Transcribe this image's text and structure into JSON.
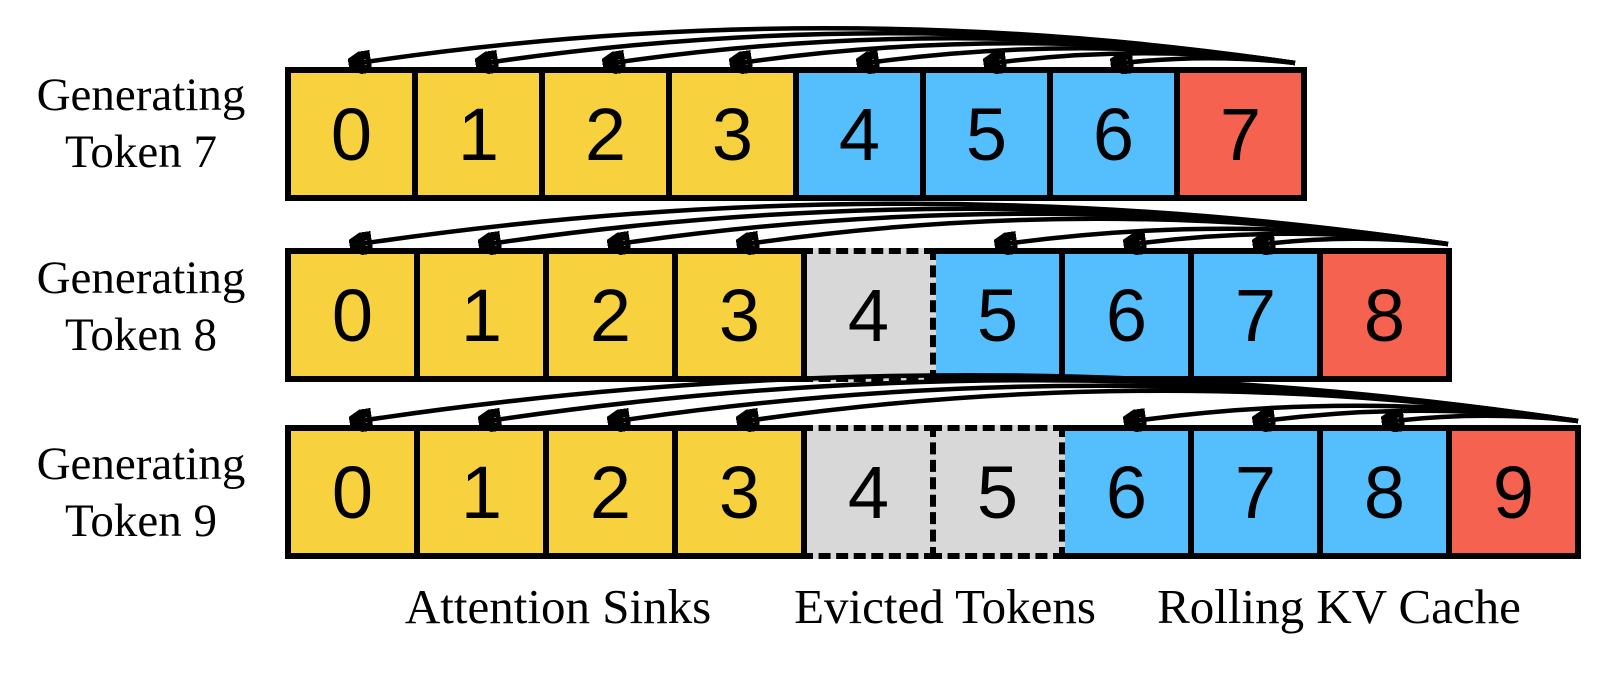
{
  "rows": [
    {
      "label": {
        "line1": "Generating",
        "line2": "Token 7"
      },
      "cells": [
        {
          "value": "0",
          "type": "attention-sink"
        },
        {
          "value": "1",
          "type": "attention-sink"
        },
        {
          "value": "2",
          "type": "attention-sink"
        },
        {
          "value": "3",
          "type": "attention-sink"
        },
        {
          "value": "4",
          "type": "rolling-kv-cache"
        },
        {
          "value": "5",
          "type": "rolling-kv-cache"
        },
        {
          "value": "6",
          "type": "rolling-kv-cache"
        },
        {
          "value": "7",
          "type": "current-token"
        }
      ]
    },
    {
      "label": {
        "line1": "Generating",
        "line2": "Token 8"
      },
      "cells": [
        {
          "value": "0",
          "type": "attention-sink"
        },
        {
          "value": "1",
          "type": "attention-sink"
        },
        {
          "value": "2",
          "type": "attention-sink"
        },
        {
          "value": "3",
          "type": "attention-sink"
        },
        {
          "value": "4",
          "type": "evicted-token"
        },
        {
          "value": "5",
          "type": "rolling-kv-cache"
        },
        {
          "value": "6",
          "type": "rolling-kv-cache"
        },
        {
          "value": "7",
          "type": "rolling-kv-cache"
        },
        {
          "value": "8",
          "type": "current-token"
        }
      ]
    },
    {
      "label": {
        "line1": "Generating",
        "line2": "Token 9"
      },
      "cells": [
        {
          "value": "0",
          "type": "attention-sink"
        },
        {
          "value": "1",
          "type": "attention-sink"
        },
        {
          "value": "2",
          "type": "attention-sink"
        },
        {
          "value": "3",
          "type": "attention-sink"
        },
        {
          "value": "4",
          "type": "evicted-token"
        },
        {
          "value": "5",
          "type": "evicted-token"
        },
        {
          "value": "6",
          "type": "rolling-kv-cache"
        },
        {
          "value": "7",
          "type": "rolling-kv-cache"
        },
        {
          "value": "8",
          "type": "rolling-kv-cache"
        },
        {
          "value": "9",
          "type": "current-token"
        }
      ]
    }
  ],
  "legend": {
    "attention_sinks": "Attention Sinks",
    "evicted_tokens": "Evicted Tokens",
    "rolling_kv_cache": "Rolling KV Cache"
  },
  "colors": {
    "attention_sink": "#F7D13E",
    "rolling_kv_cache": "#55BEFC",
    "current_token": "#F5624F",
    "evicted_token": "#D8D8D8",
    "border": "#000000"
  }
}
